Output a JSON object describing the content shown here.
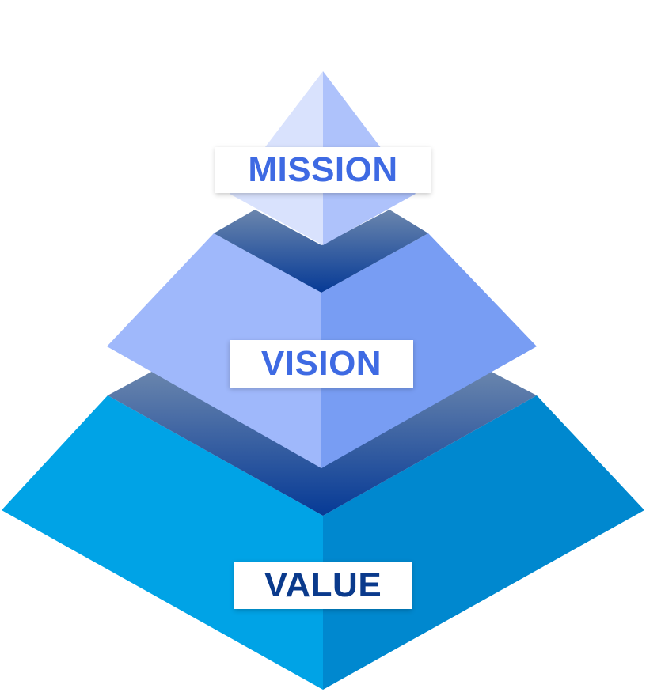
{
  "tiers": {
    "mission": {
      "label": "MISSION",
      "text_color": "#3e6ae3"
    },
    "vision": {
      "label": "VISION",
      "text_color": "#3e6ae3"
    },
    "value": {
      "label": "VALUE",
      "text_color": "#0a3a8c"
    }
  },
  "colors": {
    "mission_left": "#d9e2fd",
    "mission_right": "#aec2fb",
    "vision_left": "#9fb8fb",
    "vision_right": "#789df3",
    "value_left": "#00a3e6",
    "value_right": "#0088cf",
    "groove_top": "#6b86ad",
    "groove_bottom": "#063a96"
  }
}
